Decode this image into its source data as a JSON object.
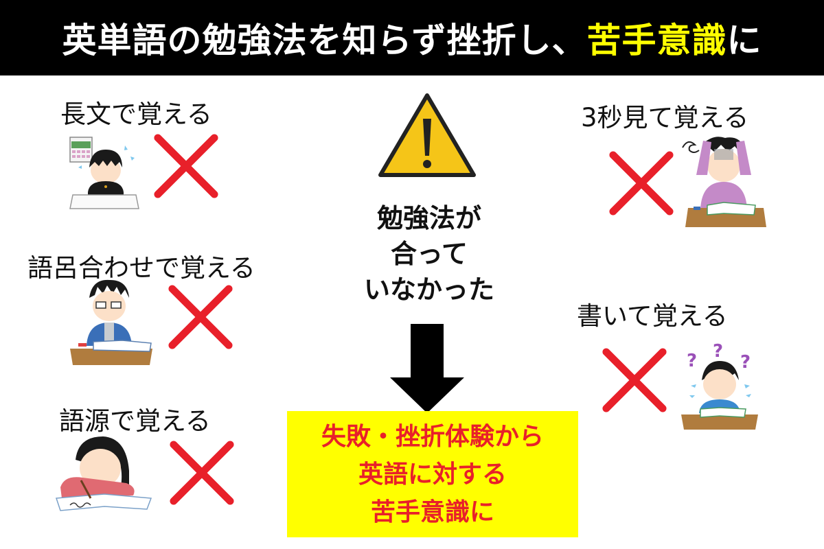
{
  "header": {
    "title_main": "英単語の勉強法を知らず挫折し、",
    "title_highlight": "苦手意識",
    "title_tail": "に",
    "highlight_color": "#ffff00"
  },
  "methods": [
    {
      "label": "長文で覚える",
      "mark": "cross",
      "illustration": "boy-stressed-studying-calendar"
    },
    {
      "label": "語呂合わせで覚える",
      "mark": "cross",
      "illustration": "man-glasses-writing-desk"
    },
    {
      "label": "語源で覚える",
      "mark": "cross",
      "illustration": "girl-sleepy-writing-notebook"
    },
    {
      "label": "3秒見て覚える",
      "mark": "cross",
      "illustration": "person-head-in-hands-desk"
    },
    {
      "label": "書いて覚える",
      "mark": "cross",
      "illustration": "boy-confused-question-marks-desk"
    }
  ],
  "center": {
    "icon": "warning-icon",
    "lines": [
      "勉強法が",
      "合って",
      "いなかった"
    ]
  },
  "result": {
    "lines": [
      "失敗・挫折体験から",
      "英語に対する",
      "苦手意識に"
    ],
    "bg_color": "#ffff00",
    "text_color": "#e8202a"
  },
  "colors": {
    "cross": "#e8202a",
    "warning_fill": "#f5c518",
    "header_bg": "#000000"
  }
}
